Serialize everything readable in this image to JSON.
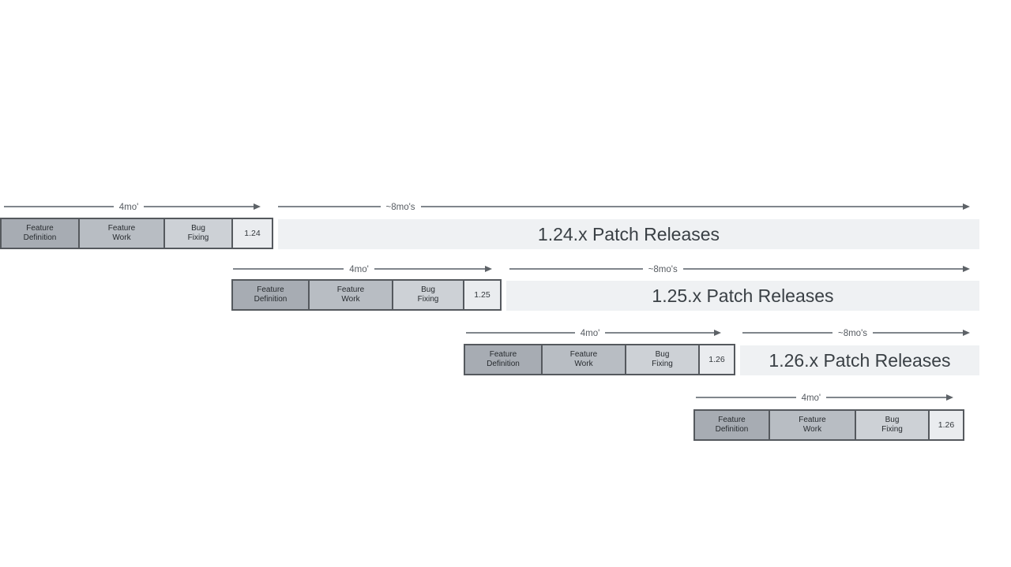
{
  "diagram": {
    "description": "Release cadence timeline with overlapping minor release cycles",
    "colors": {
      "feature_definition_fill": "#a7acb3",
      "feature_work_fill": "#b8bdc3",
      "bug_fixing_fill": "#cdd1d6",
      "version_box_fill": "#eaecef",
      "patch_bar_fill": "#eff1f3",
      "segment_border": "#55595e",
      "arrow_line": "#80868c",
      "arrow_label_text": "#565b61",
      "patch_title_text": "#3a4045"
    },
    "rows": [
      {
        "dev_arrow_label": "4mo'",
        "patch_arrow_label": "~8mo's",
        "segments": {
          "feature_definition": "Feature\nDefinition",
          "feature_work": "Feature\nWork",
          "bug_fixing": "Bug\nFixing"
        },
        "version": "1.24",
        "patch_title": "1.24.x Patch Releases"
      },
      {
        "dev_arrow_label": "4mo'",
        "patch_arrow_label": "~8mo's",
        "segments": {
          "feature_definition": "Feature\nDefinition",
          "feature_work": "Feature\nWork",
          "bug_fixing": "Bug\nFixing"
        },
        "version": "1.25",
        "patch_title": "1.25.x Patch Releases"
      },
      {
        "dev_arrow_label": "4mo'",
        "patch_arrow_label": "~8mo's",
        "segments": {
          "feature_definition": "Feature\nDefinition",
          "feature_work": "Feature\nWork",
          "bug_fixing": "Bug\nFixing"
        },
        "version": "1.26",
        "patch_title": "1.26.x Patch Releases"
      },
      {
        "dev_arrow_label": "4mo'",
        "segments": {
          "feature_definition": "Feature\nDefinition",
          "feature_work": "Feature\nWork",
          "bug_fixing": "Bug\nFixing"
        },
        "version": "1.26"
      }
    ]
  }
}
